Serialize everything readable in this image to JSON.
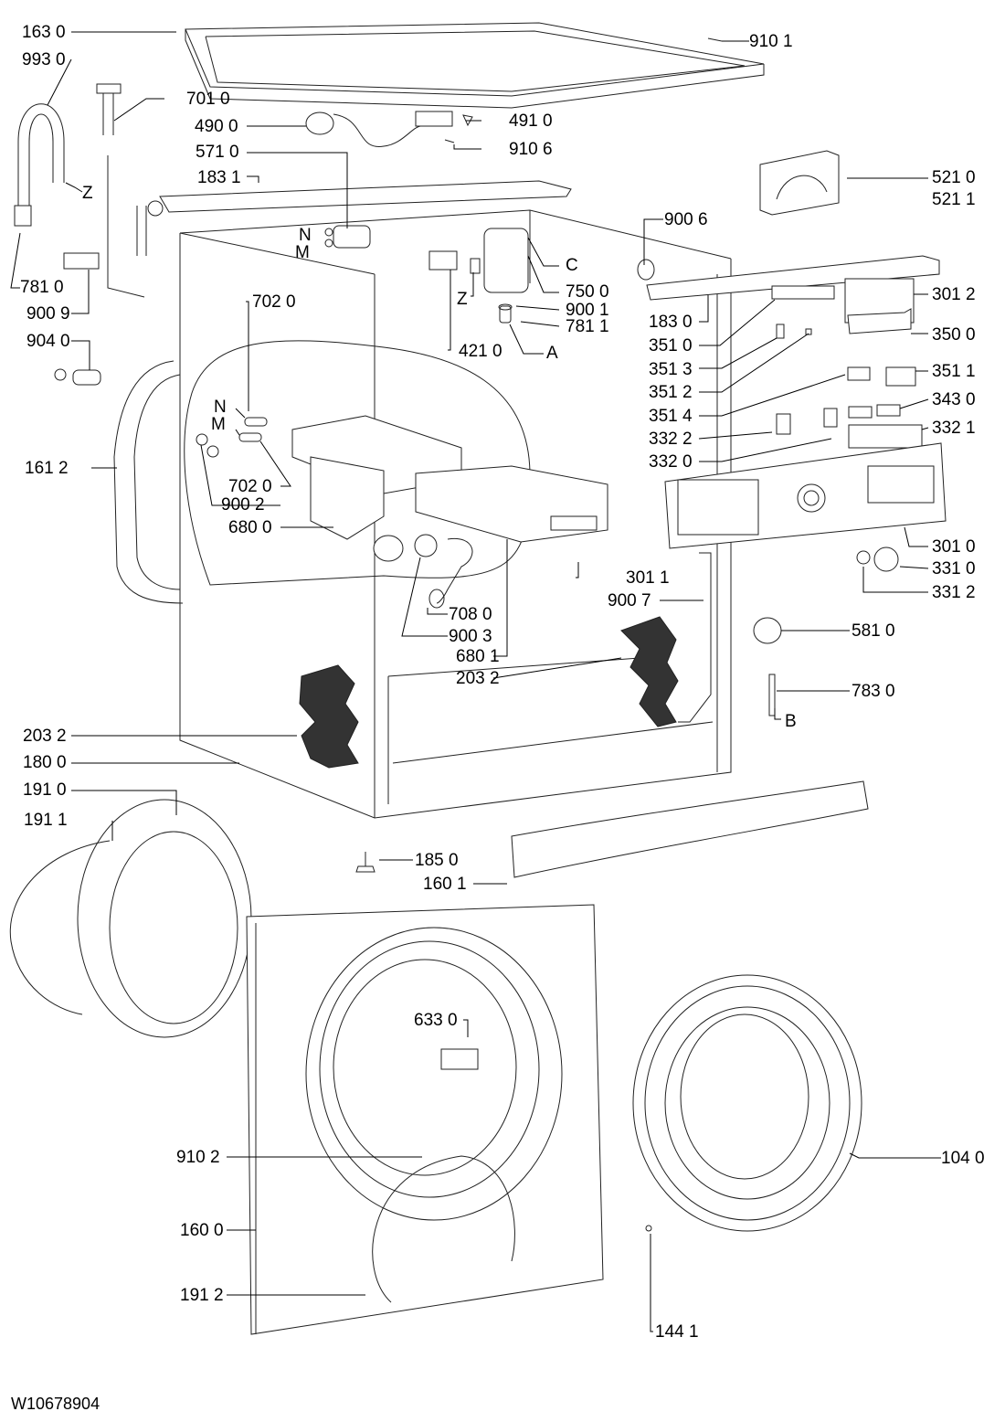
{
  "document_code": "W10678904",
  "labels": [
    {
      "id": "163-0",
      "text": "163 0"
    },
    {
      "id": "993-0",
      "text": "993 0"
    },
    {
      "id": "701-0",
      "text": "701 0"
    },
    {
      "id": "490-0",
      "text": "490 0"
    },
    {
      "id": "571-0",
      "text": "571 0"
    },
    {
      "id": "183-1",
      "text": "183 1"
    },
    {
      "id": "Z-1",
      "text": "Z"
    },
    {
      "id": "N-1",
      "text": "N"
    },
    {
      "id": "M-1",
      "text": "M"
    },
    {
      "id": "781-0",
      "text": "781 0"
    },
    {
      "id": "900-9",
      "text": "900 9"
    },
    {
      "id": "904-0",
      "text": "904 0"
    },
    {
      "id": "910-1",
      "text": "910 1"
    },
    {
      "id": "491-0",
      "text": "491 0"
    },
    {
      "id": "910-6",
      "text": "910 6"
    },
    {
      "id": "521-0",
      "text": "521 0"
    },
    {
      "id": "521-1",
      "text": "521 1"
    },
    {
      "id": "900-6",
      "text": "900 6"
    },
    {
      "id": "C",
      "text": "C"
    },
    {
      "id": "750-0",
      "text": "750 0"
    },
    {
      "id": "Z-2",
      "text": "Z"
    },
    {
      "id": "900-1",
      "text": "900 1"
    },
    {
      "id": "781-1",
      "text": "781 1"
    },
    {
      "id": "421-0",
      "text": "421 0"
    },
    {
      "id": "A",
      "text": "A"
    },
    {
      "id": "702-0-a",
      "text": "702 0"
    },
    {
      "id": "183-0",
      "text": "183 0"
    },
    {
      "id": "301-2",
      "text": "301 2"
    },
    {
      "id": "351-0",
      "text": "351 0"
    },
    {
      "id": "350-0",
      "text": "350 0"
    },
    {
      "id": "351-3",
      "text": "351 3"
    },
    {
      "id": "351-2",
      "text": "351 2"
    },
    {
      "id": "351-1",
      "text": "351 1"
    },
    {
      "id": "351-4",
      "text": "351 4"
    },
    {
      "id": "343-0",
      "text": "343 0"
    },
    {
      "id": "332-2",
      "text": "332 2"
    },
    {
      "id": "332-1",
      "text": "332 1"
    },
    {
      "id": "332-0",
      "text": "332 0"
    },
    {
      "id": "N-2",
      "text": "N"
    },
    {
      "id": "M-2",
      "text": "M"
    },
    {
      "id": "161-2",
      "text": "161 2"
    },
    {
      "id": "702-0-b",
      "text": "702 0"
    },
    {
      "id": "900-2",
      "text": "900 2"
    },
    {
      "id": "680-0",
      "text": "680 0"
    },
    {
      "id": "301-0",
      "text": "301 0"
    },
    {
      "id": "331-0",
      "text": "331 0"
    },
    {
      "id": "331-2",
      "text": "331 2"
    },
    {
      "id": "301-1",
      "text": "301 1"
    },
    {
      "id": "900-7",
      "text": "900 7"
    },
    {
      "id": "708-0",
      "text": "708 0"
    },
    {
      "id": "900-3",
      "text": "900 3"
    },
    {
      "id": "581-0",
      "text": "581 0"
    },
    {
      "id": "680-1",
      "text": "680 1"
    },
    {
      "id": "203-2-a",
      "text": "203 2"
    },
    {
      "id": "783-0",
      "text": "783 0"
    },
    {
      "id": "B",
      "text": "B"
    },
    {
      "id": "203-2-b",
      "text": "203 2"
    },
    {
      "id": "180-0",
      "text": "180 0"
    },
    {
      "id": "191-0",
      "text": "191 0"
    },
    {
      "id": "191-1",
      "text": "191 1"
    },
    {
      "id": "185-0",
      "text": "185 0"
    },
    {
      "id": "160-1",
      "text": "160 1"
    },
    {
      "id": "633-0",
      "text": "633 0"
    },
    {
      "id": "910-2",
      "text": "910 2"
    },
    {
      "id": "104-0",
      "text": "104 0"
    },
    {
      "id": "160-0",
      "text": "160 0"
    },
    {
      "id": "191-2",
      "text": "191 2"
    },
    {
      "id": "144-1",
      "text": "144 1"
    }
  ]
}
